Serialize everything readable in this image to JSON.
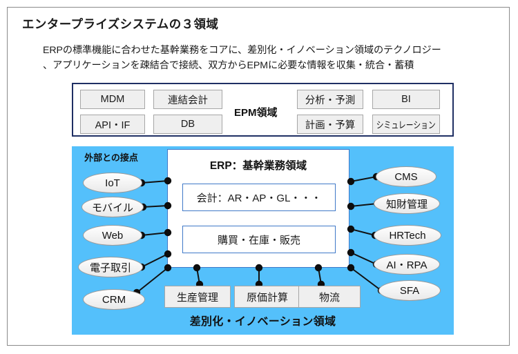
{
  "slide": {
    "title": "エンタープライズシステムの３領域",
    "subtitle_lines": [
      "ERPの標準機能に合わせた基幹業務をコアに、差別化・イノベーション領域のテクノロジー",
      "、アプリケーションを疎結合で接続、双方からEPMに必要な情報を収集・統合・蓄積"
    ]
  },
  "colors": {
    "frame_border": "#8a8a8a",
    "epm_border": "#1f2f63",
    "panel_blue": "#54c0fb",
    "erp_border": "#3f78c8",
    "box_fill": "#efefef",
    "box_border": "#a6a6a6",
    "connector": "#0d0d0d"
  },
  "epm_area": {
    "label": "EPM領域",
    "left_boxes": [
      {
        "label": "MDM"
      },
      {
        "label": "連結会計"
      },
      {
        "label": "API・IF"
      },
      {
        "label": "DB"
      }
    ],
    "right_boxes": [
      {
        "label": "分析・予測"
      },
      {
        "label": "BI"
      },
      {
        "label": "計画・予算"
      },
      {
        "label": "シミュレーション"
      }
    ]
  },
  "erp_area": {
    "title": "ERP：基幹業務領域",
    "inner_boxes": [
      {
        "label": "会計：AR・AP・GL・・・"
      },
      {
        "label": "購買・在庫・販売"
      }
    ]
  },
  "differentiation_area": {
    "caption": "差別化・イノベーション領域",
    "external_label": "外部との接点",
    "left_nodes": [
      {
        "label": "IoT"
      },
      {
        "label": "モバイル"
      },
      {
        "label": "Web"
      },
      {
        "label": "電子取引"
      },
      {
        "label": "CRM"
      }
    ],
    "right_nodes": [
      {
        "label": "CMS"
      },
      {
        "label": "知財管理"
      },
      {
        "label": "HRTech"
      },
      {
        "label": "AI・RPA"
      },
      {
        "label": "SFA"
      }
    ],
    "bottom_nodes": [
      {
        "label": "生産管理"
      },
      {
        "label": "原価計算"
      },
      {
        "label": "物流"
      }
    ]
  }
}
